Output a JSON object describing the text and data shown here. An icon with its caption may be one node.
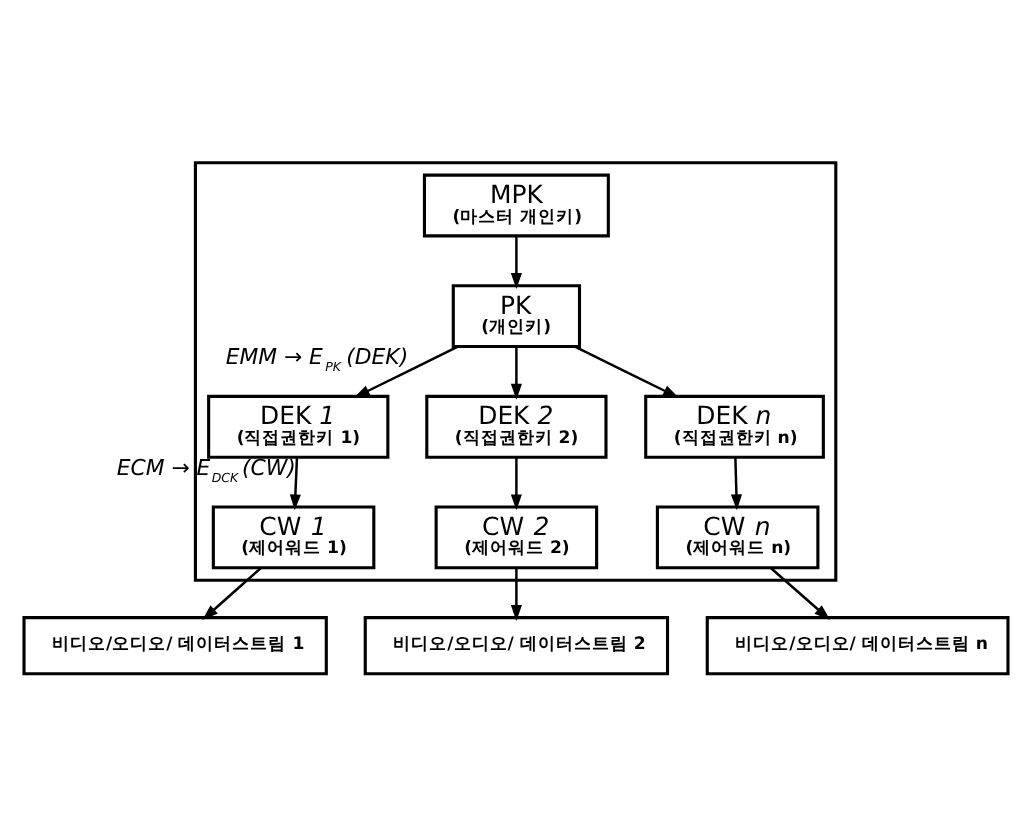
{
  "diagram": {
    "nodes": [
      {
        "text": [],
        "shape": "box"
      },
      {
        "text": [
          "MPK",
          "(마스터 개인키)"
        ],
        "in": 0
      },
      {
        "text": [
          "PK",
          "(개인키)"
        ],
        "in": 0
      },
      {
        "text": [
          "DEK *1*",
          "(직접권한키 1)"
        ],
        "in": 0
      },
      {
        "text": [
          "DEK *2*",
          "(직접권한키 2)"
        ],
        "in": 0
      },
      {
        "text": [
          "DEK *n*",
          "(직접권한키 n)"
        ],
        "in": 0
      },
      {
        "text": [
          "CW *1*",
          "(제어워드 1)"
        ],
        "in": 0
      },
      {
        "text": [
          "CW *2*",
          "(제어워드 2)"
        ],
        "in": 0
      },
      {
        "text": [
          "CW *n*",
          "(제어워드 n)"
        ],
        "in": 0
      },
      {
        "text": [
          "비디오/오디오/ 데이터스트림 1"
        ]
      },
      {
        "text": [
          "비디오/오디오/ 데이터스트림 2"
        ]
      },
      {
        "text": [
          "비디오/오디오/ 데이터스트림 n"
        ]
      }
    ],
    "edges": [
      {
        "from": 1,
        "to": 2,
        "arrow": "to"
      },
      {
        "from": 2,
        "to": 3,
        "arrow": "to",
        "label": "EMM → E$_{PK}$ (DEK)"
      },
      {
        "from": 2,
        "to": 4,
        "arrow": "to"
      },
      {
        "from": 2,
        "to": 5,
        "arrow": "to"
      },
      {
        "from": 3,
        "to": 6,
        "arrow": "to",
        "label": "ECM → E$_{DCK}$ (CW)"
      },
      {
        "from": 4,
        "to": 7,
        "arrow": "to"
      },
      {
        "from": 5,
        "to": 8,
        "arrow": "to"
      },
      {
        "from": 6,
        "to": 9,
        "arrow": "to"
      },
      {
        "from": 7,
        "to": 10,
        "arrow": "to"
      },
      {
        "from": 8,
        "to": 11,
        "arrow": "to"
      }
    ]
  }
}
